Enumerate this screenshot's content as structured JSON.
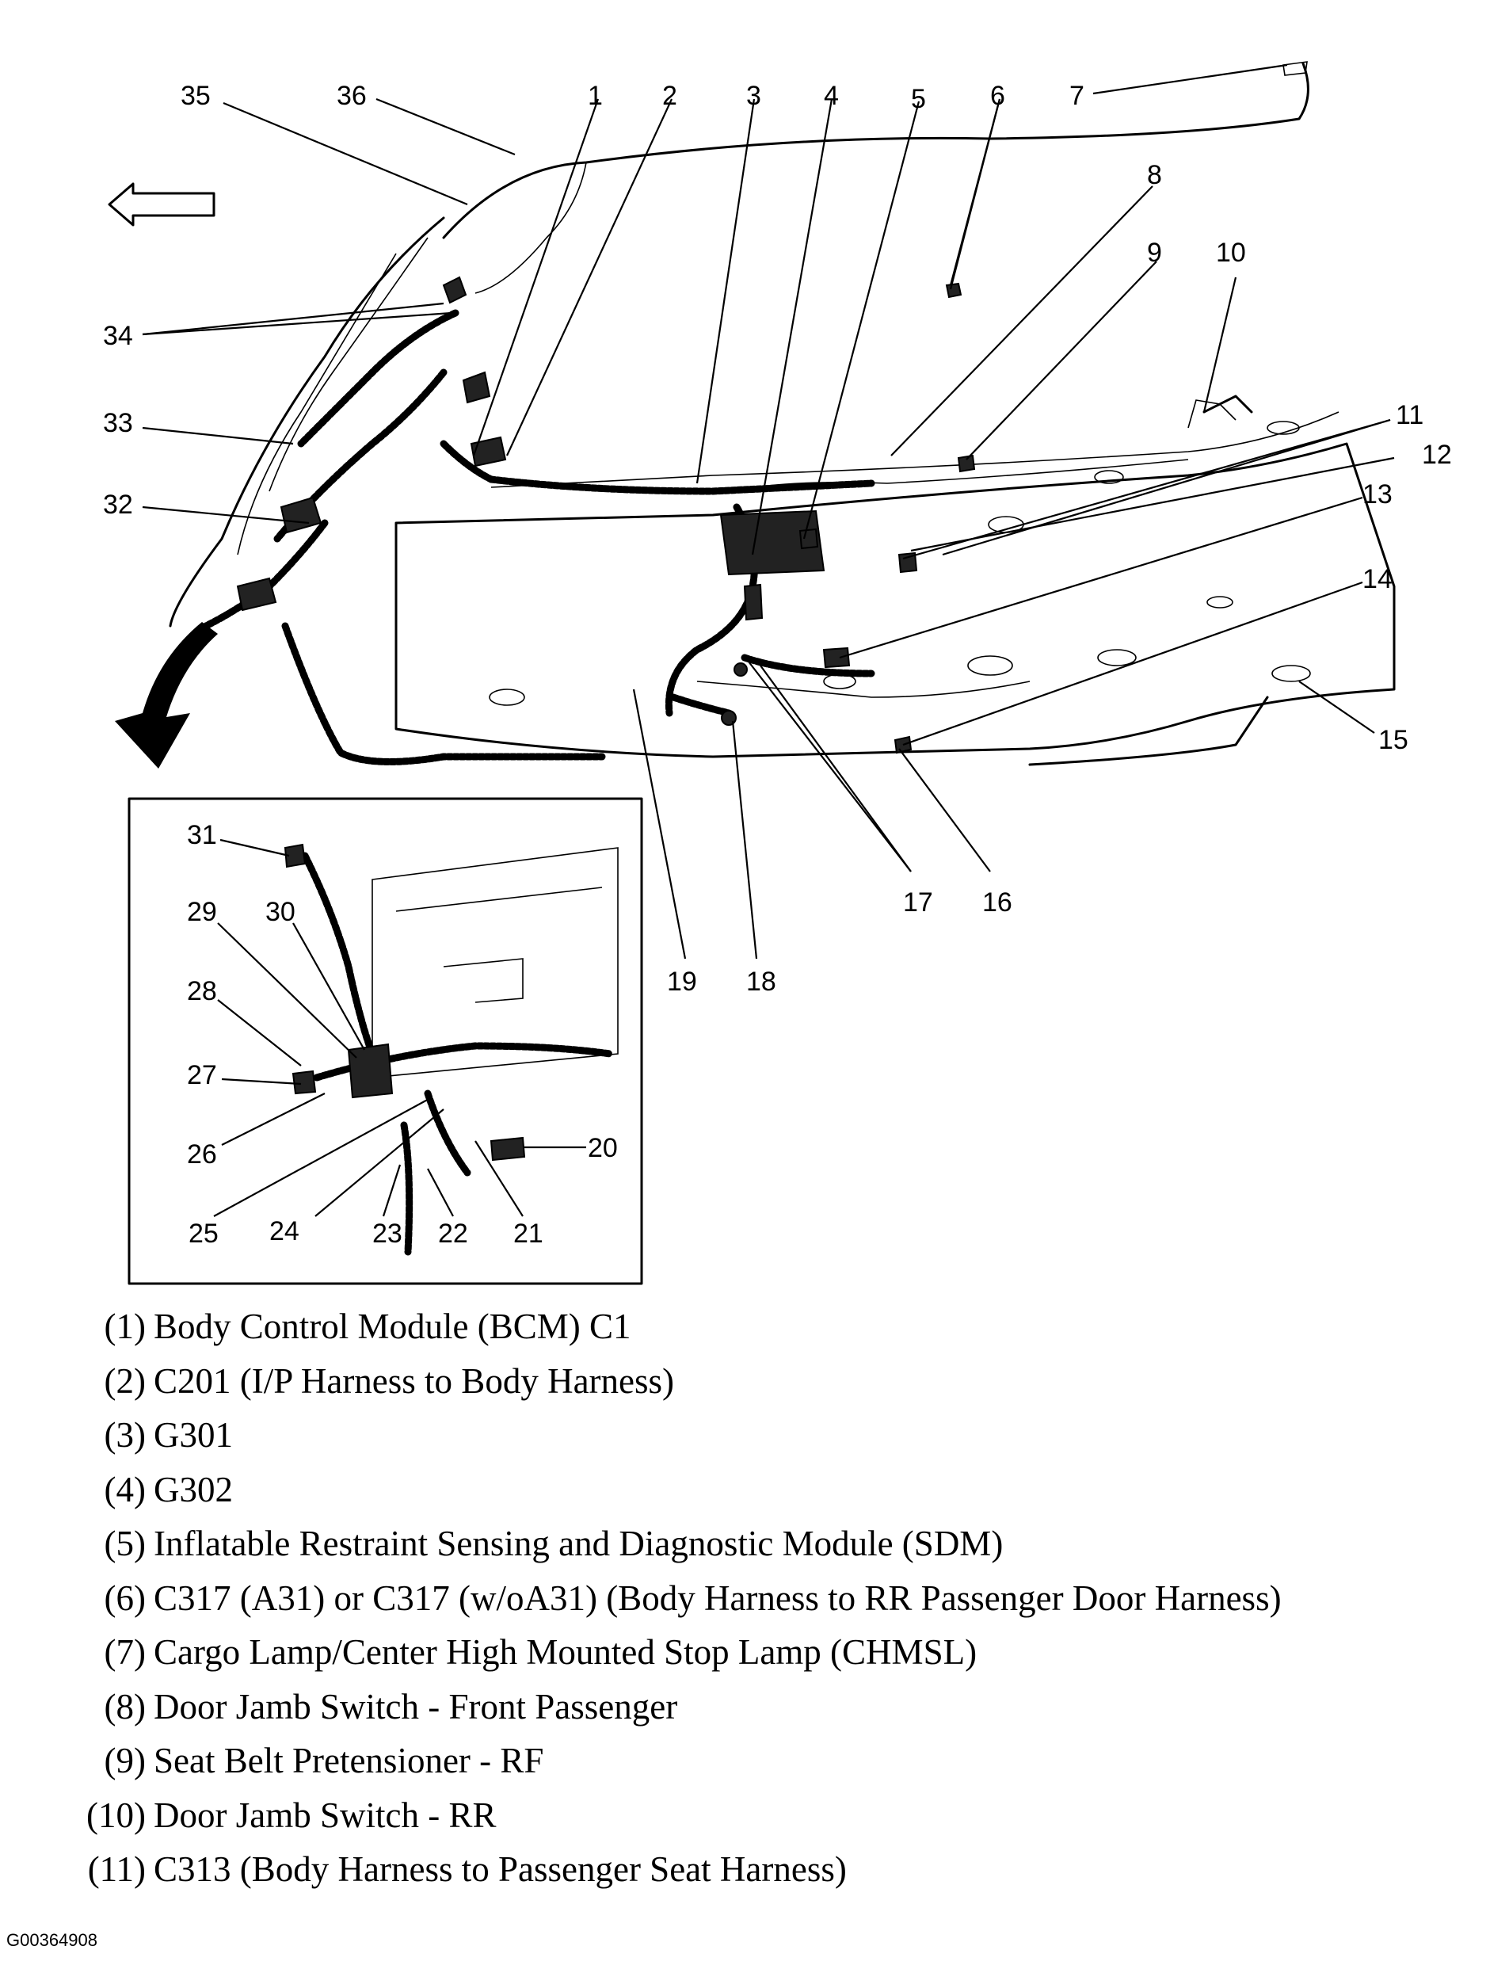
{
  "callouts": [
    "1",
    "2",
    "3",
    "4",
    "5",
    "6",
    "7",
    "8",
    "9",
    "10",
    "11",
    "12",
    "13",
    "14",
    "15",
    "16",
    "17",
    "18",
    "19",
    "20",
    "21",
    "22",
    "23",
    "24",
    "25",
    "26",
    "27",
    "28",
    "29",
    "30",
    "31",
    "32",
    "33",
    "34",
    "35",
    "36"
  ],
  "legend": [
    {
      "num": "(1)",
      "text": "Body Control Module (BCM) C1"
    },
    {
      "num": "(2)",
      "text": "C201 (I/P Harness to Body Harness)"
    },
    {
      "num": "(3)",
      "text": "G301"
    },
    {
      "num": "(4)",
      "text": "G302"
    },
    {
      "num": "(5)",
      "text": "Inflatable Restraint Sensing and Diagnostic Module (SDM)"
    },
    {
      "num": "(6)",
      "text": "C317 (A31) or C317 (w/oA31) (Body Harness to RR Passenger Door Harness)"
    },
    {
      "num": "(7)",
      "text": "Cargo Lamp/Center High Mounted Stop Lamp (CHMSL)"
    },
    {
      "num": "(8)",
      "text": "Door Jamb Switch - Front Passenger"
    },
    {
      "num": "(9)",
      "text": "Seat Belt Pretensioner - RF"
    },
    {
      "num": "(10)",
      "text": "Door Jamb Switch - RR"
    },
    {
      "num": "(11)",
      "text": "C313 (Body Harness to Passenger Seat Harness)"
    }
  ],
  "figure_id": "G00364908",
  "colors": {
    "ink": "#000000",
    "background": "#ffffff"
  }
}
